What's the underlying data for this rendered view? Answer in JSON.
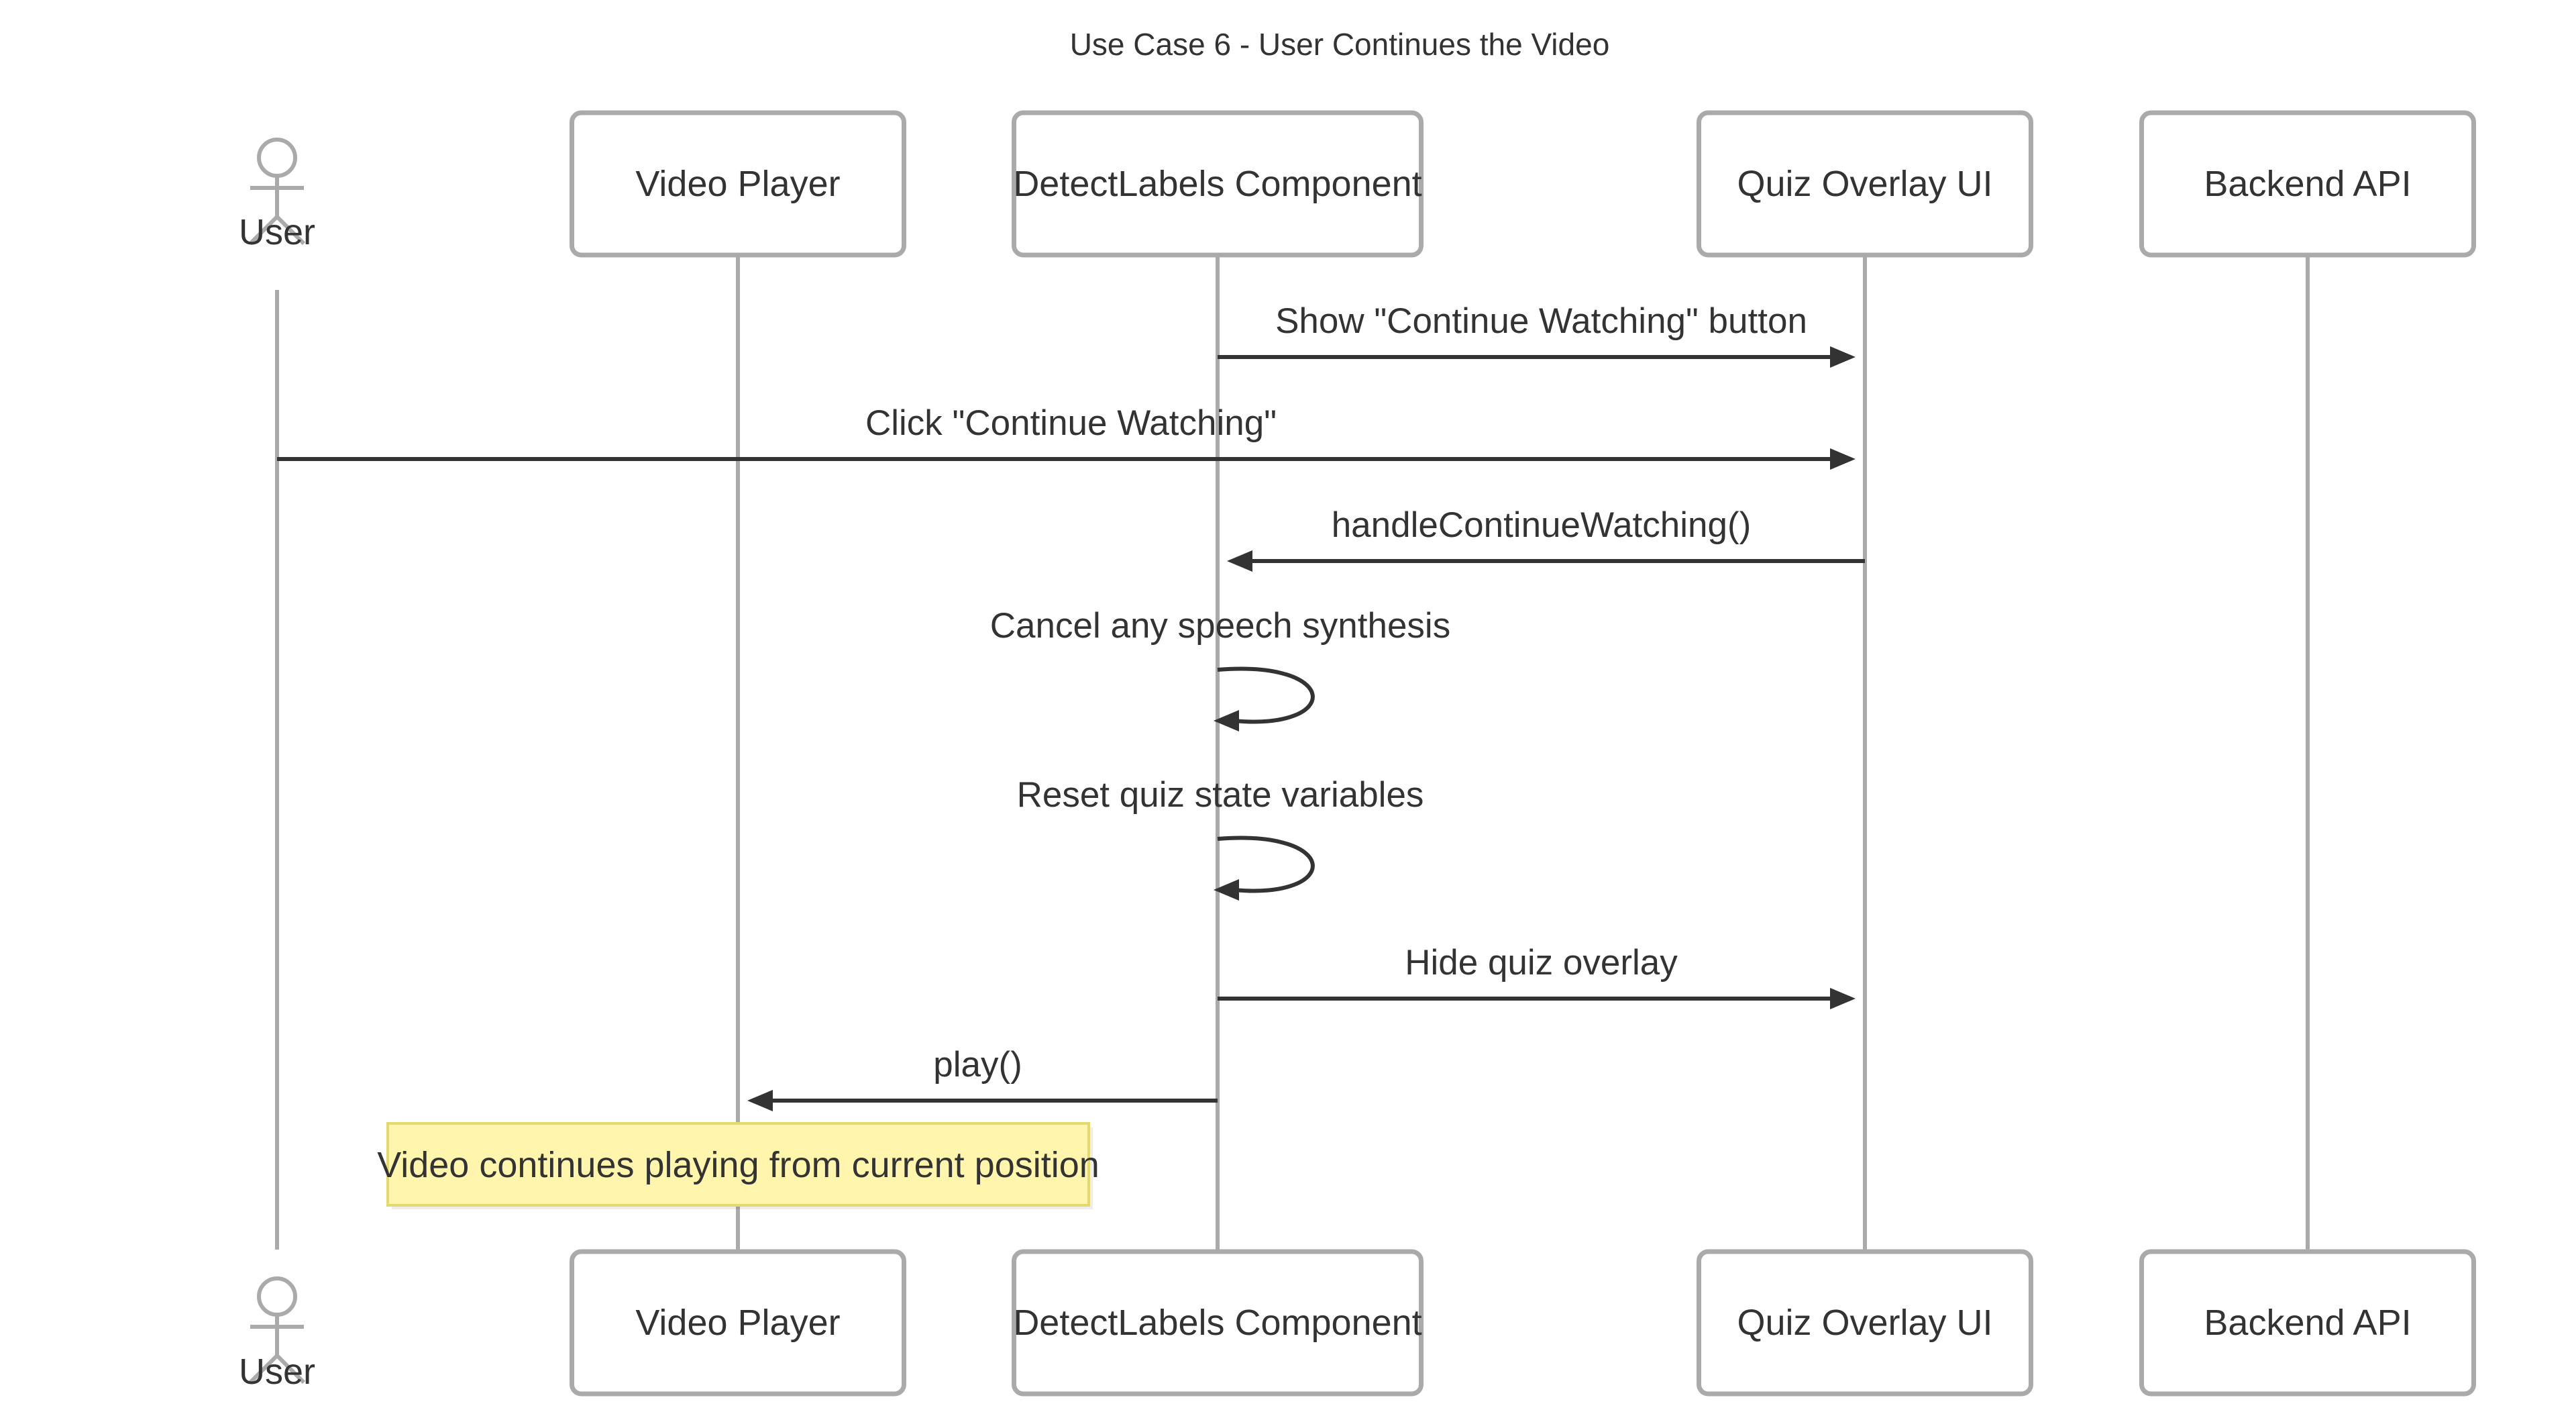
{
  "diagram": {
    "title": "Use Case 6 - User Continues the Video",
    "participants": [
      {
        "id": "user",
        "label": "User",
        "kind": "actor"
      },
      {
        "id": "video",
        "label": "Video Player",
        "kind": "box"
      },
      {
        "id": "detect",
        "label": "DetectLabels Component",
        "kind": "box"
      },
      {
        "id": "quiz",
        "label": "Quiz Overlay UI",
        "kind": "box"
      },
      {
        "id": "backend",
        "label": "Backend API",
        "kind": "box"
      }
    ],
    "messages": [
      {
        "from": "detect",
        "to": "quiz",
        "label": "Show \"Continue Watching\" button"
      },
      {
        "from": "user",
        "to": "quiz",
        "label": "Click \"Continue Watching\""
      },
      {
        "from": "quiz",
        "to": "detect",
        "label": "handleContinueWatching()"
      },
      {
        "from": "detect",
        "to": "detect",
        "label": "Cancel any speech synthesis"
      },
      {
        "from": "detect",
        "to": "detect",
        "label": "Reset quiz state variables"
      },
      {
        "from": "detect",
        "to": "quiz",
        "label": "Hide quiz overlay"
      },
      {
        "from": "detect",
        "to": "video",
        "label": "play()"
      }
    ],
    "note": {
      "over": "video",
      "text": "Video continues playing from current position"
    },
    "colors": {
      "line": "#333333",
      "lifeline": "#aaaaaa",
      "box_border": "#aaaaaa",
      "note_fill": "#fff5ad",
      "note_border": "#e3d96f"
    }
  }
}
